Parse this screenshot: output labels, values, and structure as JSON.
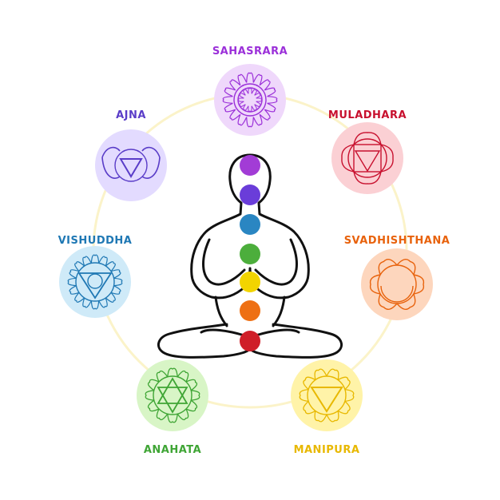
{
  "chakras": [
    {
      "id": "sahasrara",
      "name": "SAHASRARA",
      "color": "#9b30d9",
      "bg": "#efd8fb",
      "symbol": "lotus-circle"
    },
    {
      "id": "muladhara",
      "name": "MULADHARA",
      "color": "#c8102e",
      "bg": "#fbd0d4",
      "symbol": "square-triangle-down"
    },
    {
      "id": "svadhishthana",
      "name": "SVADHISHTHANA",
      "color": "#e8620c",
      "bg": "#fdd6bd",
      "symbol": "crescent"
    },
    {
      "id": "manipura",
      "name": "MANIPURA",
      "color": "#e8b800",
      "bg": "#fff3a8",
      "symbol": "triangle-down"
    },
    {
      "id": "anahata",
      "name": "ANAHATA",
      "color": "#3fa535",
      "bg": "#d8f5c6",
      "symbol": "hexagram"
    },
    {
      "id": "vishuddha",
      "name": "VISHUDDHA",
      "color": "#1f78b4",
      "bg": "#cfeaf8",
      "symbol": "triangle-down-circle"
    },
    {
      "id": "ajna",
      "name": "AJNA",
      "color": "#5a3dc8",
      "bg": "#e3dbff",
      "symbol": "eye-triangle"
    }
  ],
  "body_points": [
    {
      "id": "crown",
      "color": "#a23cd6"
    },
    {
      "id": "third-eye",
      "color": "#6a3dd9"
    },
    {
      "id": "throat",
      "color": "#2a86c2"
    },
    {
      "id": "heart",
      "color": "#4cae3c"
    },
    {
      "id": "solar-plexus",
      "color": "#f2d400"
    },
    {
      "id": "sacral",
      "color": "#ee7014"
    },
    {
      "id": "root",
      "color": "#cf1e28"
    }
  ],
  "ring_color": "#fbf3c9",
  "figure_color": "#111111"
}
